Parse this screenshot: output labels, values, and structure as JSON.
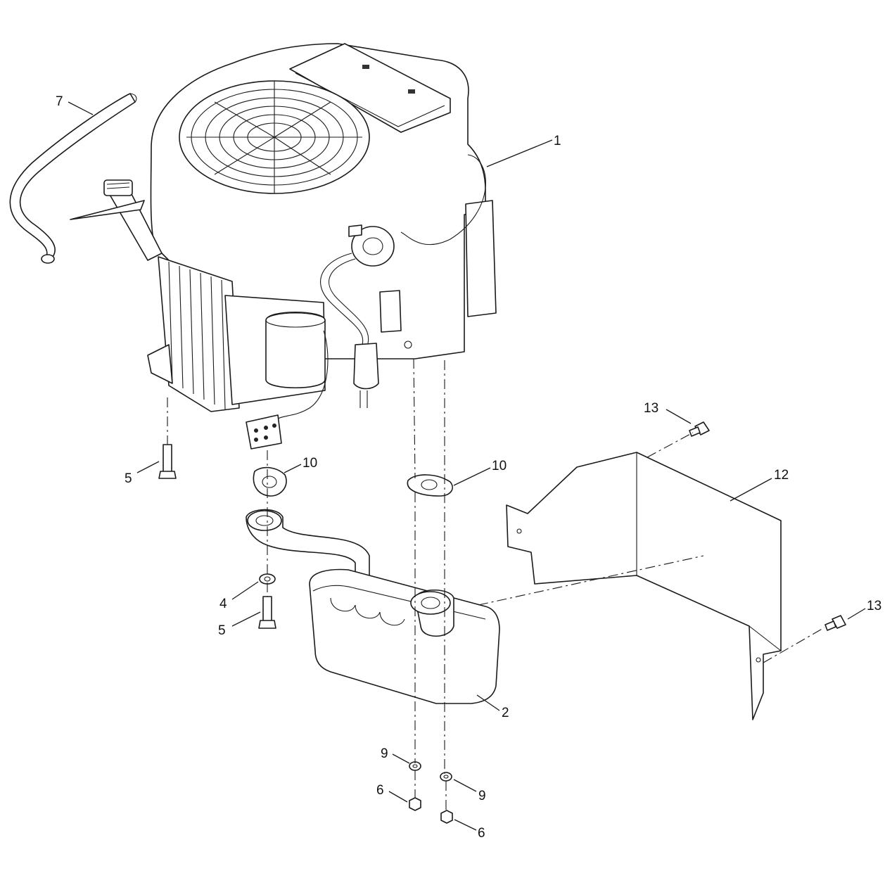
{
  "callouts": [
    {
      "id": "c7",
      "text": "7"
    },
    {
      "id": "c1",
      "text": "1"
    },
    {
      "id": "c13a",
      "text": "13"
    },
    {
      "id": "c12",
      "text": "12"
    },
    {
      "id": "c13b",
      "text": "13"
    },
    {
      "id": "c5a",
      "text": "5"
    },
    {
      "id": "c10a",
      "text": "10"
    },
    {
      "id": "c10b",
      "text": "10"
    },
    {
      "id": "c4",
      "text": "4"
    },
    {
      "id": "c5b",
      "text": "5"
    },
    {
      "id": "c2",
      "text": "2"
    },
    {
      "id": "c9a",
      "text": "9"
    },
    {
      "id": "c9b",
      "text": "9"
    },
    {
      "id": "c6a",
      "text": "6"
    },
    {
      "id": "c6b",
      "text": "6"
    }
  ]
}
